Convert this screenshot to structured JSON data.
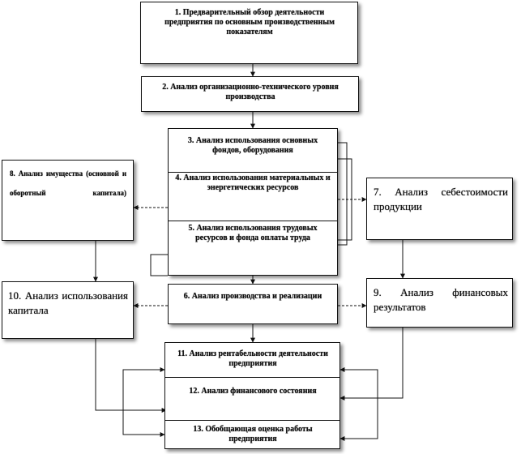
{
  "boxes": {
    "b1": "1. Предварительный обзор деятельности предприятия по основным производственным показателям",
    "b2": "2. Анализ организационно-технического уровня производства",
    "b3": "3. Анализ использования основных фондов, оборудования",
    "b4": "4. Анализ использования материальных и энергетических ресурсов",
    "b5": "5. Анализ использования трудовых ресурсов и фонда оплаты труда",
    "b6": "6. Анализ производства и реализации",
    "b7": "7. Анализ себестоимости продукции",
    "b8": "8. Анализ имущества (основной и оборотный капитала)",
    "b9": "9. Анализ финансовых результатов",
    "b10": "10. Анализ использования капитала",
    "b11": "11. Анализ рентабельности деятельности предприятия",
    "b12": "12. Анализ финансового состояния",
    "b13": "13. Обобщающая оценка работы предприятия"
  },
  "colors": {
    "line": "#111111",
    "shadow": "#555555"
  }
}
